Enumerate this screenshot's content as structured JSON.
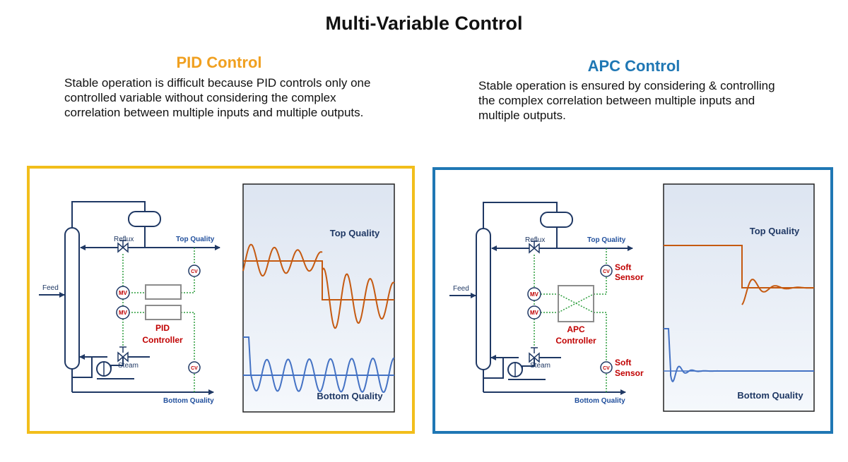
{
  "title": "Multi-Variable Control",
  "pid": {
    "heading": "PID Control",
    "description": "Stable operation is difficult because PID controls only one controlled variable without considering the complex correlation between multiple inputs and multiple outputs.",
    "labels": {
      "feed": "Feed",
      "reflux": "Reflux",
      "steam": "Steam",
      "top_quality": "Top Quality",
      "bottom_quality": "Bottom Quality",
      "mv": "MV",
      "cv": "CV",
      "controller_line1": "PID",
      "controller_line2": "Controller"
    },
    "chart": {
      "top_label": "Top Quality",
      "bottom_label": "Bottom Quality"
    }
  },
  "apc": {
    "heading": "APC Control",
    "description": "Stable operation is ensured by considering & controlling the complex correlation between multiple inputs and multiple outputs.",
    "labels": {
      "feed": "Feed",
      "reflux": "Reflux",
      "steam": "Steam",
      "top_quality": "Top Quality",
      "bottom_quality": "Bottom Quality",
      "mv": "MV",
      "cv": "CV",
      "controller_line1": "APC",
      "controller_line2": "Controller",
      "soft_sensor_line1": "Soft",
      "soft_sensor_line2": "Sensor"
    },
    "chart": {
      "top_label": "Top Quality",
      "bottom_label": "Bottom Quality"
    }
  },
  "colors": {
    "pid_frame": "#f2be1b",
    "apc_frame": "#1f77b4",
    "pipe": "#1f3864",
    "signal": "#2e9e3e",
    "top_trace": "#c55a11",
    "bottom_trace": "#4472c4",
    "controller_text": "#c00000",
    "label_blue": "#1f4e9c"
  }
}
